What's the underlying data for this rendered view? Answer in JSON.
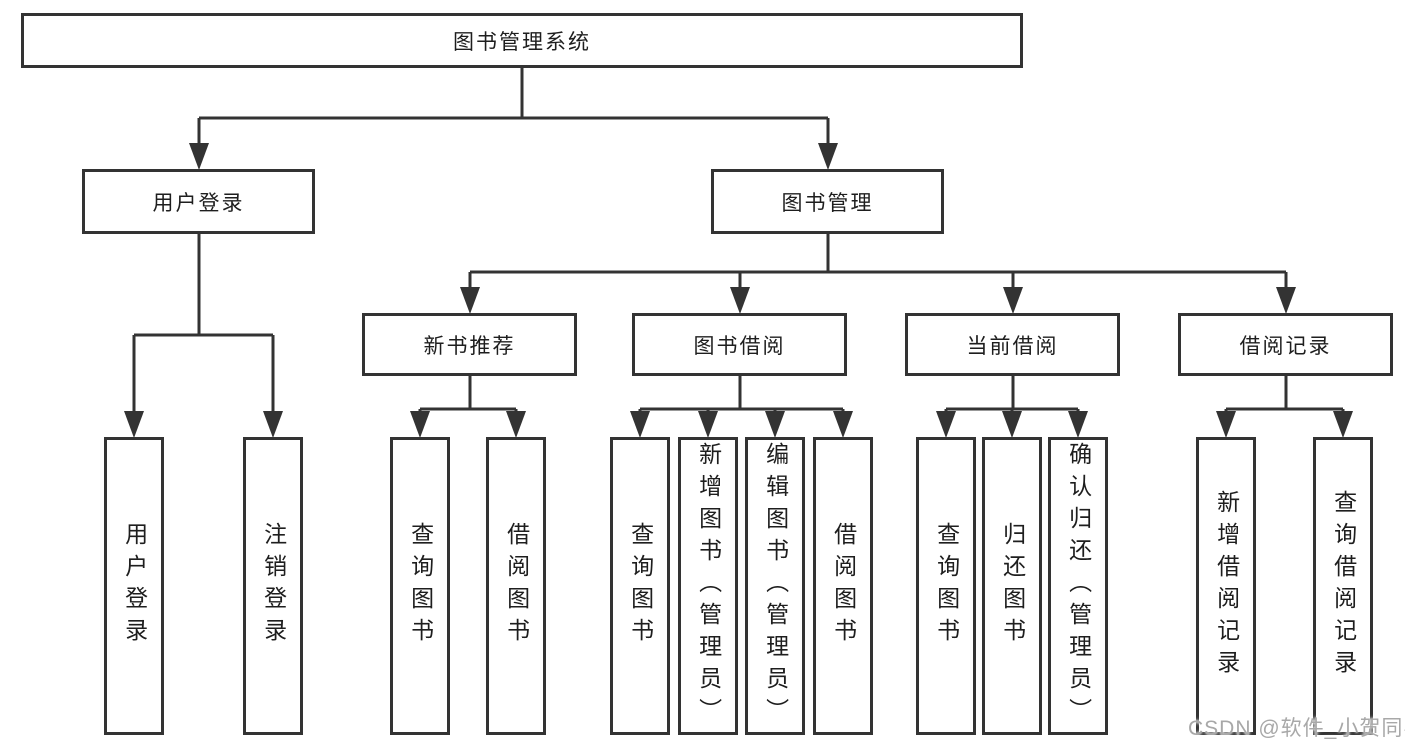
{
  "diagram": {
    "title": "图书管理系统",
    "level2": [
      {
        "label": "用户登录"
      },
      {
        "label": "图书管理"
      }
    ],
    "level3": [
      {
        "label": "新书推荐"
      },
      {
        "label": "图书借阅"
      },
      {
        "label": "当前借阅"
      },
      {
        "label": "借阅记录"
      }
    ],
    "leaves": {
      "user": [
        "用户登录",
        "注销登录"
      ],
      "newbook": [
        "查询图书",
        "借阅图书"
      ],
      "borrow": [
        "查询图书",
        "新增图书（管理员）",
        "编辑图书（管理员）",
        "借阅图书"
      ],
      "current": [
        "查询图书",
        "归还图书",
        "确认归还（管理员）"
      ],
      "record": [
        "新增借阅记录",
        "查询借阅记录"
      ]
    }
  },
  "watermark": {
    "text": "CSDN @软件_小贺同学"
  },
  "colors": {
    "line": "#333333",
    "text": "#1e1e1e",
    "background": "#ffffff",
    "watermark": "#a8a8a8"
  }
}
